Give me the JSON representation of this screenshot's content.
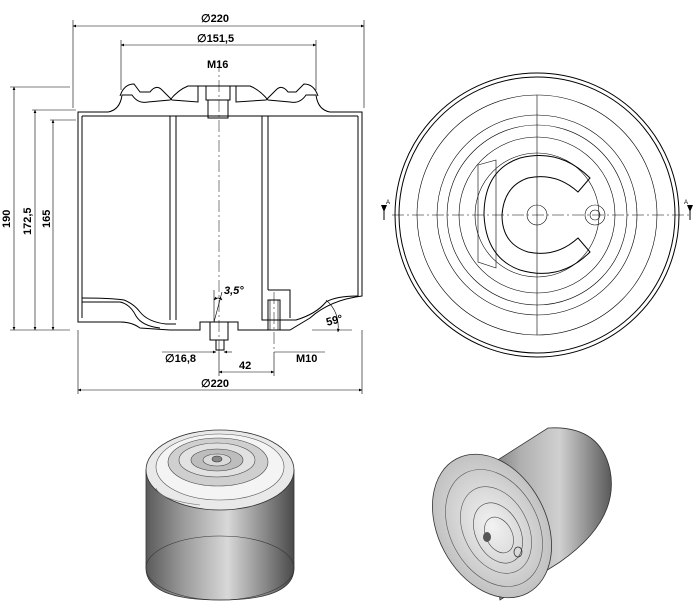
{
  "dimensions": {
    "outer_diameter_top": "∅220",
    "plate_diameter": "∅151,5",
    "top_thread": "M16",
    "height_total": "190",
    "height_mid": "172,5",
    "height_inner": "165",
    "bottom_angle": "3,5°",
    "side_angle": "59°",
    "pin_diameter": "∅16,8",
    "bottom_thread": "M10",
    "pin_offset": "42",
    "outer_diameter_bottom": "∅220"
  },
  "section_marks": {
    "left": "A",
    "right": "A"
  }
}
